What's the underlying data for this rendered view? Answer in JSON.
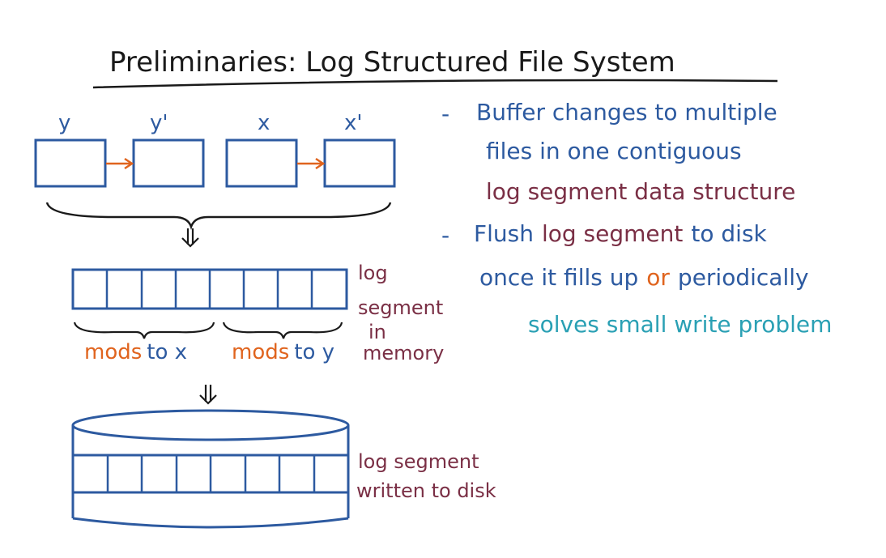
{
  "title": "Preliminaries: Log Structured File System",
  "colors": {
    "ink": "#1a1a1a",
    "blue": "#2d5aa0",
    "maroon": "#7a2f45",
    "orange": "#e0641e",
    "teal": "#2aa0b4"
  },
  "top_boxes": {
    "labels": [
      "y",
      "y'",
      "x",
      "x'"
    ]
  },
  "log_memory": {
    "label_lines": [
      "log",
      "segment",
      "in",
      "memory"
    ],
    "mods_x": {
      "mods": "mods",
      "rest": "to x"
    },
    "mods_y": {
      "mods": "mods",
      "rest": "to y"
    }
  },
  "log_disk": {
    "label_lines": [
      "log segment",
      "written to disk"
    ]
  },
  "notes": {
    "bullet1_line1": "Buffer changes to multiple",
    "bullet1_line2": "files in one contiguous",
    "bullet1_line3": "log segment data structure",
    "bullet2_line1_a": "Flush",
    "bullet2_line1_b": "log segment",
    "bullet2_line1_c": "to disk",
    "bullet2_line2_a": "once it fills up",
    "bullet2_line2_b": "or",
    "bullet2_line2_c": "periodically",
    "conclusion": "solves small write problem"
  }
}
